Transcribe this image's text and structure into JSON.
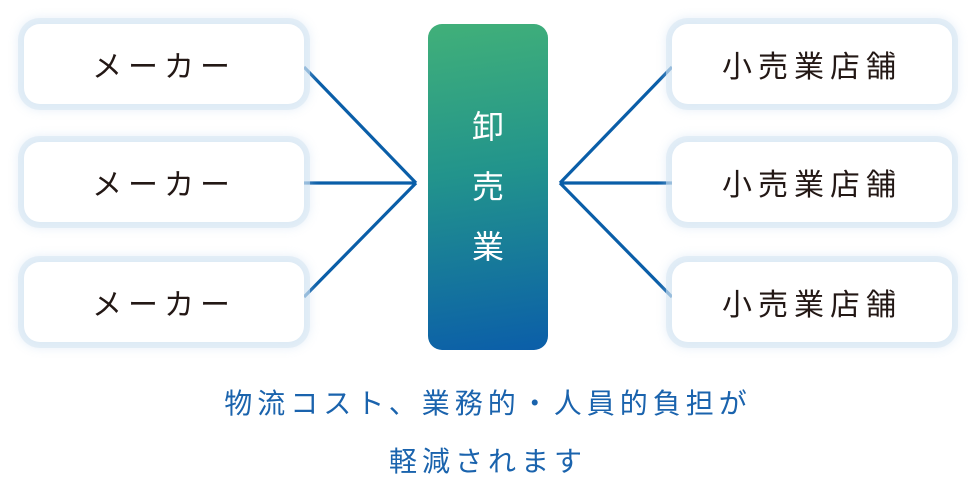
{
  "diagram": {
    "type": "hub-and-spoke distribution flow",
    "left_nodes": [
      {
        "label": "メーカー"
      },
      {
        "label": "メーカー"
      },
      {
        "label": "メーカー"
      }
    ],
    "hub": {
      "label": "卸売業",
      "chars": [
        "卸",
        "売",
        "業"
      ],
      "gradient_top": "#41b079",
      "gradient_bottom": "#0b5ea9"
    },
    "right_nodes": [
      {
        "label": "小売業店舗"
      },
      {
        "label": "小売業店舗"
      },
      {
        "label": "小売業店舗"
      }
    ],
    "connector_color": "#0a5ea8",
    "caption": {
      "line1": "物流コスト、業務的・人員的負担が",
      "line2": "軽減されます",
      "color": "#1a63ad"
    }
  }
}
